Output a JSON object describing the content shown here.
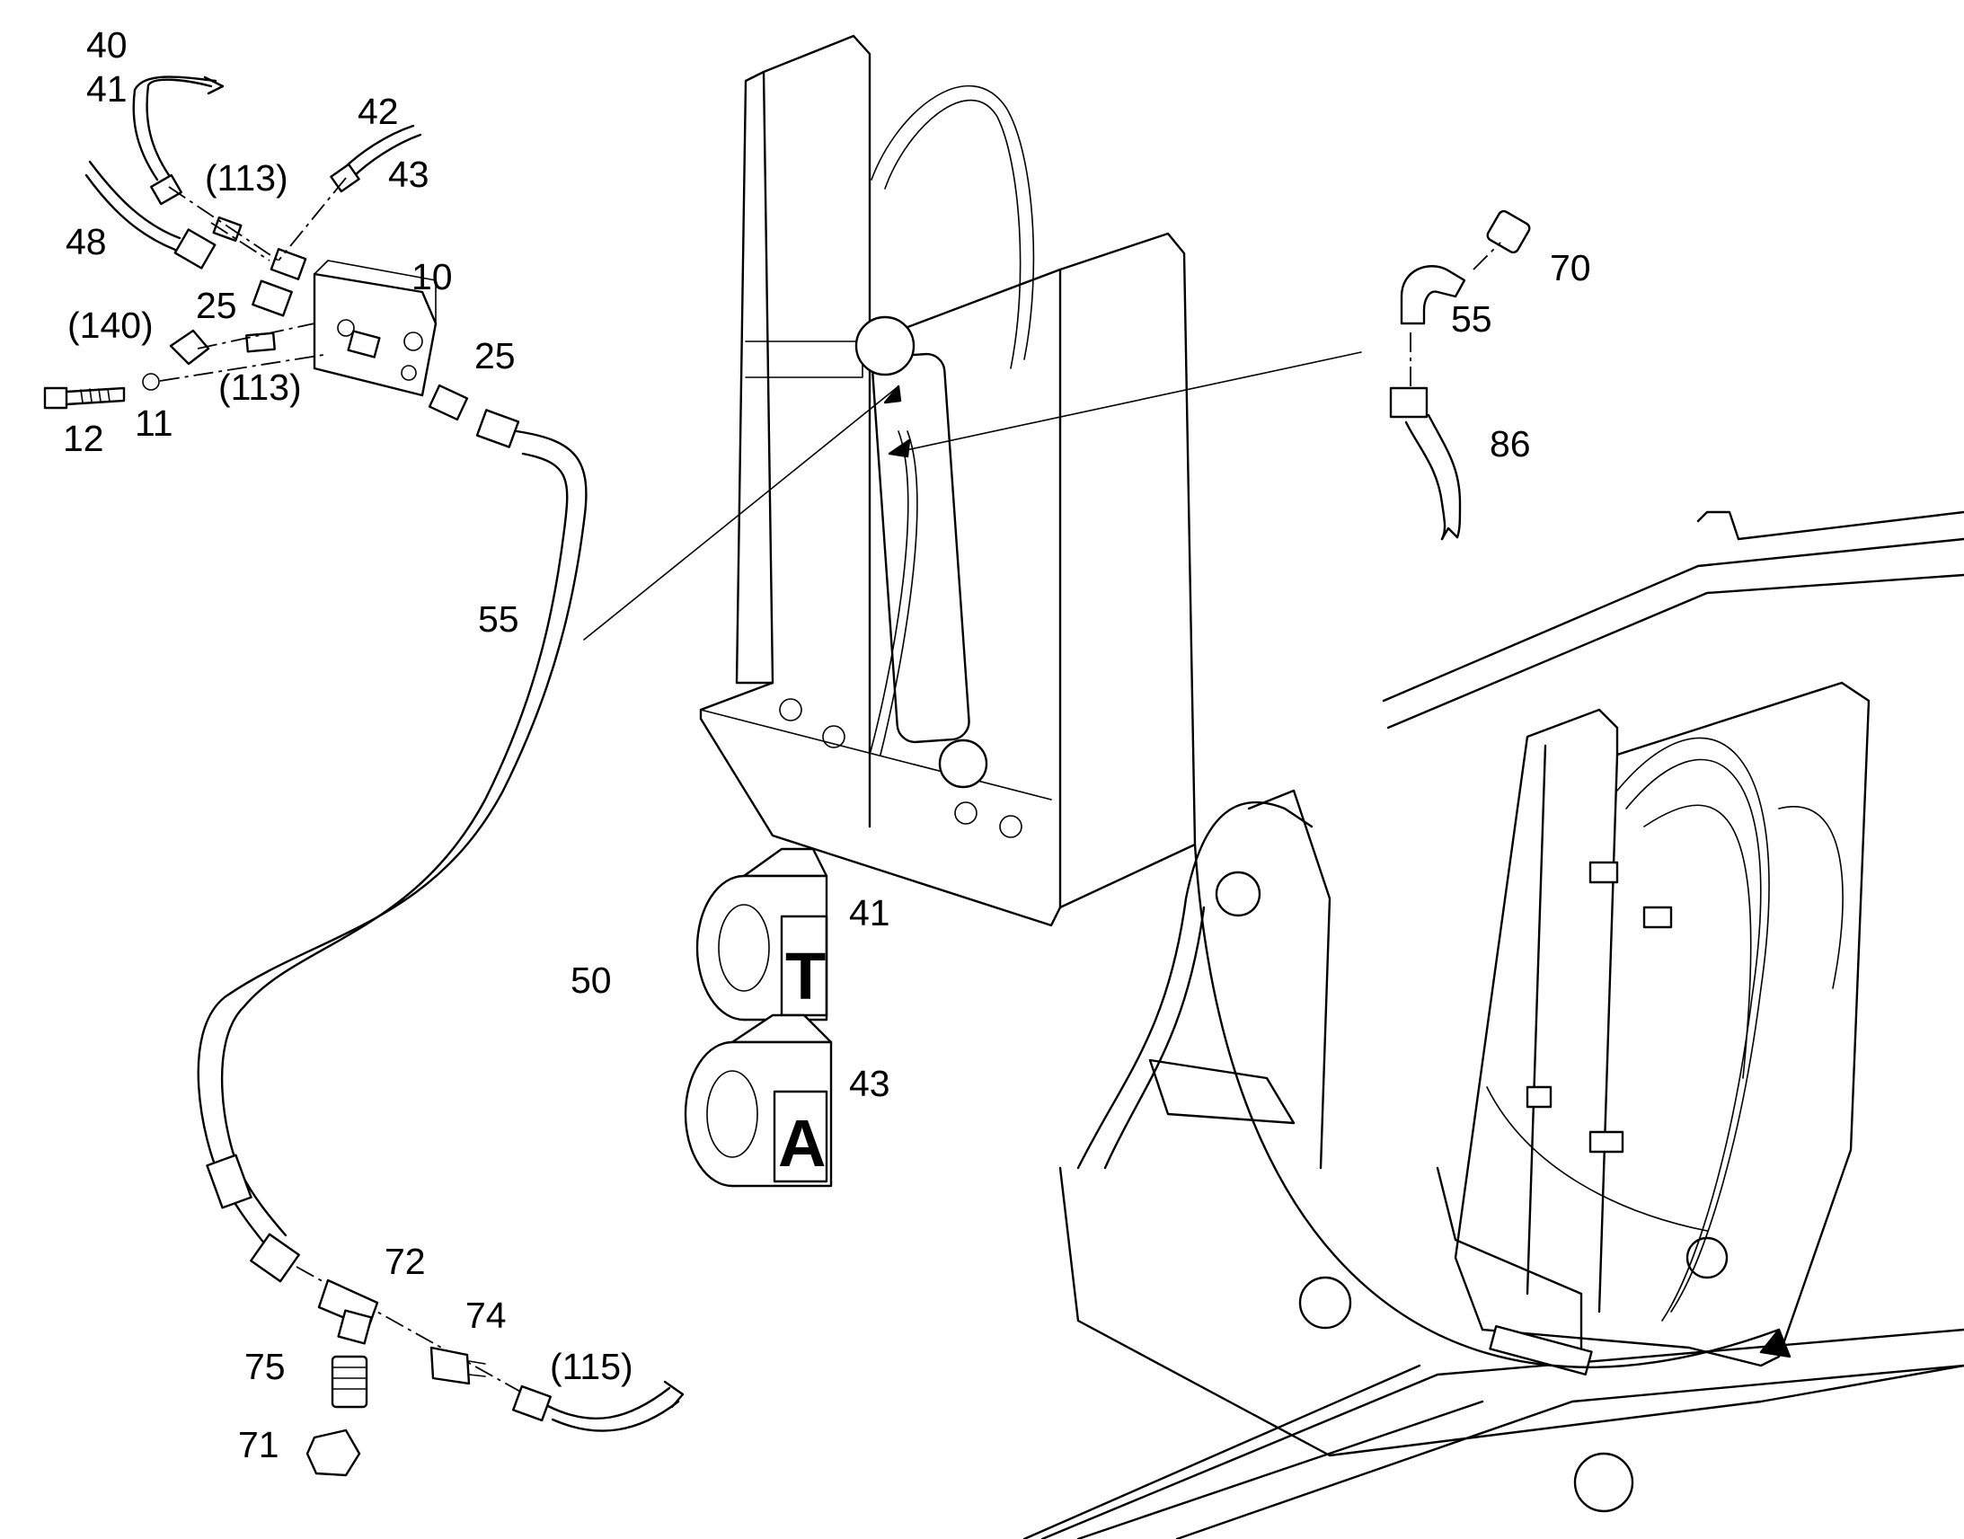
{
  "callouts": {
    "n40": "40",
    "n41a": "41",
    "n42": "42",
    "n43a": "43",
    "n113a": "(113)",
    "n48": "48",
    "n10": "10",
    "n25a": "25",
    "n140": "(140)",
    "n25b": "25",
    "n113b": "(113)",
    "n12": "12",
    "n11": "11",
    "n55a": "55",
    "n70": "70",
    "n55b": "55",
    "n86": "86",
    "n41b": "41",
    "n50": "50",
    "n43b": "43",
    "n72": "72",
    "n74": "74",
    "n75": "75",
    "n115": "(115)",
    "n71": "71"
  },
  "tags": {
    "tag_t": "T",
    "tag_a": "A"
  }
}
